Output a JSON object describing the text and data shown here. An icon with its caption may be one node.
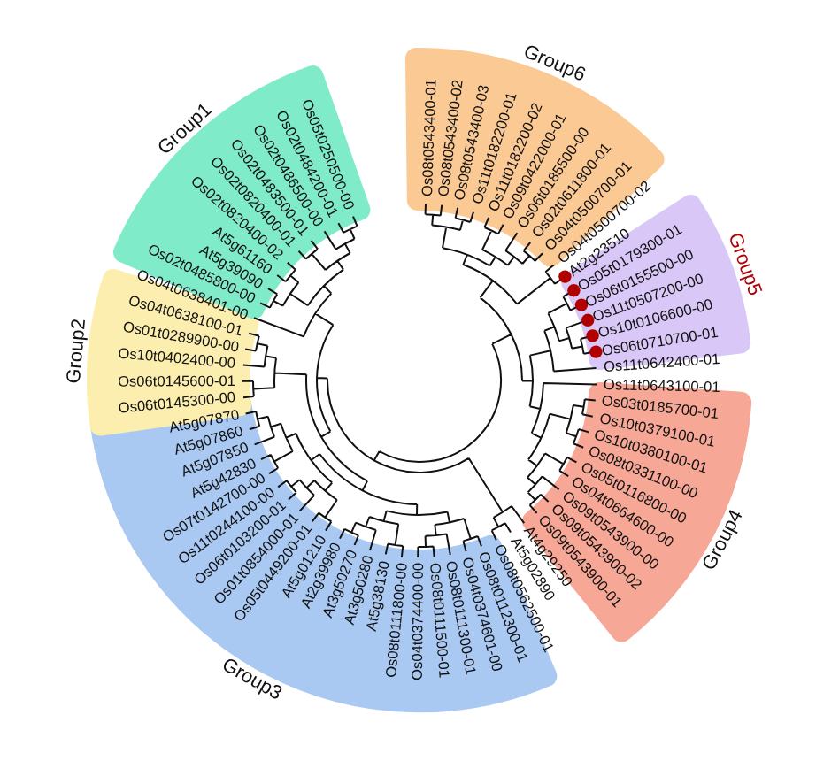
{
  "diagram": {
    "nodes": [
      {
        "text": [
          "Group6"
        ]
      },
      {
        "text": [
          "Os08t0543400-01"
        ],
        "in": 0
      },
      {
        "text": [
          "Os08t0543400-02"
        ],
        "in": 0
      },
      {
        "text": [
          "Os08t0543400-03"
        ],
        "in": 0
      },
      {
        "text": [
          "Os11t0182200-01"
        ],
        "in": 0
      },
      {
        "text": [
          "Os11t0182200-02"
        ],
        "in": 0
      },
      {
        "text": [
          "Os09t0422000-01"
        ],
        "in": 0
      },
      {
        "text": [
          "Os06t0185500-00"
        ],
        "in": 0
      },
      {
        "text": [
          "Os02t0611800-01"
        ],
        "in": 0
      },
      {
        "text": [
          "Os04t0500700-01"
        ],
        "in": 0
      },
      {
        "text": [
          "Os04t0500700-02"
        ]
      },
      {
        "text": [
          "At2g23510"
        ]
      },
      {
        "text": [
          "Group5"
        ]
      },
      {
        "text": [
          "Os05t0179300-01"
        ],
        "in": 12
      },
      {
        "text": [
          "Os06t0155500-00"
        ],
        "in": 12
      },
      {
        "text": [
          "Os11t0507200-00"
        ],
        "in": 12
      },
      {
        "text": [
          "Os10t0106600-00"
        ],
        "in": 12
      },
      {
        "text": [
          "Os06t0710700-01"
        ],
        "in": 12
      },
      {
        "text": [
          "Os11t0642400-01"
        ]
      },
      {
        "text": [
          "Os11t0643100-01"
        ]
      },
      {
        "text": [
          "Group4"
        ]
      },
      {
        "text": [
          "Os03t0185700-01"
        ],
        "in": 20
      },
      {
        "text": [
          "Os10t0379100-01"
        ],
        "in": 20
      },
      {
        "text": [
          "Os10t0380100-01"
        ],
        "in": 20
      },
      {
        "text": [
          "Os08t0331100-00"
        ],
        "in": 20
      },
      {
        "text": [
          "Os05t0116800-00"
        ],
        "in": 20
      },
      {
        "text": [
          "Os04t0664600-00"
        ],
        "in": 20
      },
      {
        "text": [
          "Os09t0543900-00"
        ],
        "in": 20
      },
      {
        "text": [
          "Os09t0543900-02"
        ],
        "in": 20
      },
      {
        "text": [
          "Os09t0543900-01"
        ],
        "in": 20
      },
      {
        "text": [
          "At4g29250"
        ]
      },
      {
        "text": [
          "At5g02890"
        ]
      },
      {
        "text": [
          "Os08t0562500-01"
        ]
      },
      {
        "text": [
          "Group3"
        ]
      },
      {
        "text": [
          "Os08t0112300-01"
        ],
        "in": 33
      },
      {
        "text": [
          "Os04t0374601-00"
        ],
        "in": 33
      },
      {
        "text": [
          "Os08t0111300-01"
        ],
        "in": 33
      },
      {
        "text": [
          "Os08t0111500-01"
        ],
        "in": 33
      },
      {
        "text": [
          "Os04t0374400-00"
        ],
        "in": 33
      },
      {
        "text": [
          "Os08t0111800-00"
        ],
        "in": 33
      },
      {
        "text": [
          "At5g38130"
        ],
        "in": 33
      },
      {
        "text": [
          "At3g50280"
        ],
        "in": 33
      },
      {
        "text": [
          "At3g50270"
        ],
        "in": 33
      },
      {
        "text": [
          "At2g39980"
        ],
        "in": 33
      },
      {
        "text": [
          "At5g01210"
        ],
        "in": 33
      },
      {
        "text": [
          "Os05t0449200-01"
        ],
        "in": 33
      },
      {
        "text": [
          "Os01t0854000-01"
        ],
        "in": 33
      },
      {
        "text": [
          "Os06t0103200-01"
        ],
        "in": 33
      },
      {
        "text": [
          "Os11t0244100-00"
        ],
        "in": 33
      },
      {
        "text": [
          "Os07t0142700-00"
        ],
        "in": 33
      },
      {
        "text": [
          "At5g42830"
        ],
        "in": 33
      },
      {
        "text": [
          "At5g07850"
        ],
        "in": 33
      },
      {
        "text": [
          "At5g07860"
        ],
        "in": 33
      },
      {
        "text": [
          "At5g07870"
        ],
        "in": 33
      },
      {
        "text": [
          "Group2"
        ]
      },
      {
        "text": [
          "Os06t0145300-00"
        ],
        "in": 54
      },
      {
        "text": [
          "Os06t0145600-01"
        ],
        "in": 54
      },
      {
        "text": [
          "Os10t0402400-00"
        ],
        "in": 54
      },
      {
        "text": [
          "Os01t0289900-00"
        ],
        "in": 54
      },
      {
        "text": [
          "Os04t0638100-01"
        ],
        "in": 54
      },
      {
        "text": [
          "Os04t0638401-00"
        ]
      },
      {
        "text": [
          "Group1"
        ]
      },
      {
        "text": [
          "Os02t0485800-00"
        ],
        "in": 61
      },
      {
        "text": [
          "At5g39090"
        ],
        "in": 61
      },
      {
        "text": [
          "At5g61160"
        ],
        "in": 61
      },
      {
        "text": [
          "Os02t0820400-02"
        ],
        "in": 61
      },
      {
        "text": [
          "Os02t0820400-01"
        ],
        "in": 61
      },
      {
        "text": [
          "Os02t0483500-01"
        ],
        "in": 61
      },
      {
        "text": [
          "Os02t0486500-00"
        ],
        "in": 61
      },
      {
        "text": [
          "Os02t0484200-01"
        ],
        "in": 61
      },
      {
        "text": [
          "Os05t0250500-00"
        ],
        "in": 61
      }
    ]
  }
}
